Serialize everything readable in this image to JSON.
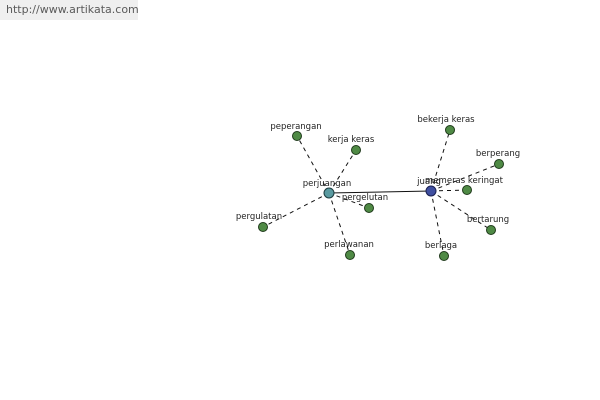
{
  "banner": {
    "url_text": "http://www.artikata.com"
  },
  "graph": {
    "nodes": [
      {
        "id": "perjuangan",
        "label": "perjuangan",
        "kind": "hub-a"
      },
      {
        "id": "juang",
        "label": "juang",
        "kind": "hub-b"
      },
      {
        "id": "peperangan",
        "label": "peperangan",
        "kind": "leaf"
      },
      {
        "id": "kerja-keras",
        "label": "kerja keras",
        "kind": "leaf"
      },
      {
        "id": "pergelutan",
        "label": "pergelutan",
        "kind": "leaf"
      },
      {
        "id": "pergulatan",
        "label": "pergulatan",
        "kind": "leaf"
      },
      {
        "id": "perlawanan",
        "label": "perlawanan",
        "kind": "leaf"
      },
      {
        "id": "bekerja-keras",
        "label": "bekerja keras",
        "kind": "leaf"
      },
      {
        "id": "berperang",
        "label": "berperang",
        "kind": "leaf"
      },
      {
        "id": "memeras",
        "label": "memeras keringat",
        "kind": "leaf"
      },
      {
        "id": "bertarung",
        "label": "bertarung",
        "kind": "leaf"
      },
      {
        "id": "berlaga",
        "label": "berlaga",
        "kind": "leaf"
      }
    ],
    "edges": [
      {
        "from": "perjuangan",
        "to": "juang",
        "style": "solid"
      },
      {
        "from": "perjuangan",
        "to": "peperangan",
        "style": "dashed"
      },
      {
        "from": "perjuangan",
        "to": "kerja-keras",
        "style": "dashed"
      },
      {
        "from": "perjuangan",
        "to": "pergelutan",
        "style": "dashed"
      },
      {
        "from": "perjuangan",
        "to": "pergulatan",
        "style": "dashed"
      },
      {
        "from": "perjuangan",
        "to": "perlawanan",
        "style": "dashed"
      },
      {
        "from": "juang",
        "to": "bekerja-keras",
        "style": "dashed"
      },
      {
        "from": "juang",
        "to": "berperang",
        "style": "dashed"
      },
      {
        "from": "juang",
        "to": "memeras",
        "style": "dashed"
      },
      {
        "from": "juang",
        "to": "bertarung",
        "style": "dashed"
      },
      {
        "from": "juang",
        "to": "berlaga",
        "style": "dashed"
      }
    ]
  }
}
